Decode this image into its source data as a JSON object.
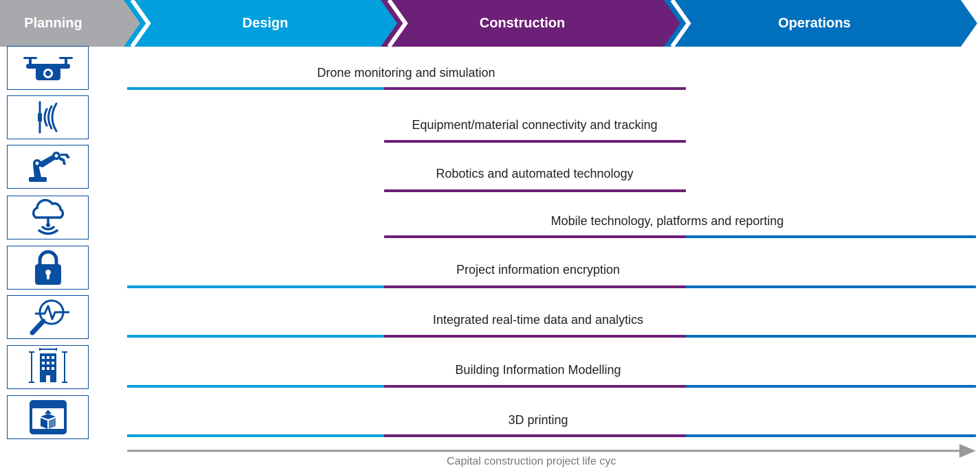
{
  "phases": [
    {
      "label": "Planning",
      "color": "#a7a9ac"
    },
    {
      "label": "Design",
      "color": "#019fdb"
    },
    {
      "label": "Construction",
      "color": "#6d2077"
    },
    {
      "label": "Operations",
      "color": "#0070bd"
    }
  ],
  "segment_colors": {
    "design": "#019fdb",
    "construction": "#6d2077",
    "operations": "#0070bd"
  },
  "technologies": [
    {
      "label": "Drone monitoring and simulation",
      "icon": "drone-icon",
      "phases": [
        "design",
        "construction"
      ]
    },
    {
      "label": "Equipment/material connectivity and tracking",
      "icon": "signal-icon",
      "phases": [
        "construction"
      ]
    },
    {
      "label": "Robotics and automated technology",
      "icon": "robot-arm-icon",
      "phases": [
        "construction"
      ]
    },
    {
      "label": "Mobile technology, platforms and reporting",
      "icon": "cloud-icon",
      "phases": [
        "construction",
        "operations"
      ]
    },
    {
      "label": "Project information encryption",
      "icon": "lock-icon",
      "phases": [
        "design",
        "construction",
        "operations"
      ]
    },
    {
      "label": "Integrated real-time data and analytics",
      "icon": "analytics-icon",
      "phases": [
        "design",
        "construction",
        "operations"
      ]
    },
    {
      "label": "Building Information Modelling",
      "icon": "building-icon",
      "phases": [
        "design",
        "construction",
        "operations"
      ]
    },
    {
      "label": "3D printing",
      "icon": "3d-printer-icon",
      "phases": [
        "design",
        "construction",
        "operations"
      ]
    }
  ],
  "axis_caption": "Capital construction project life cyc",
  "axis_color": "#9a9a9a"
}
